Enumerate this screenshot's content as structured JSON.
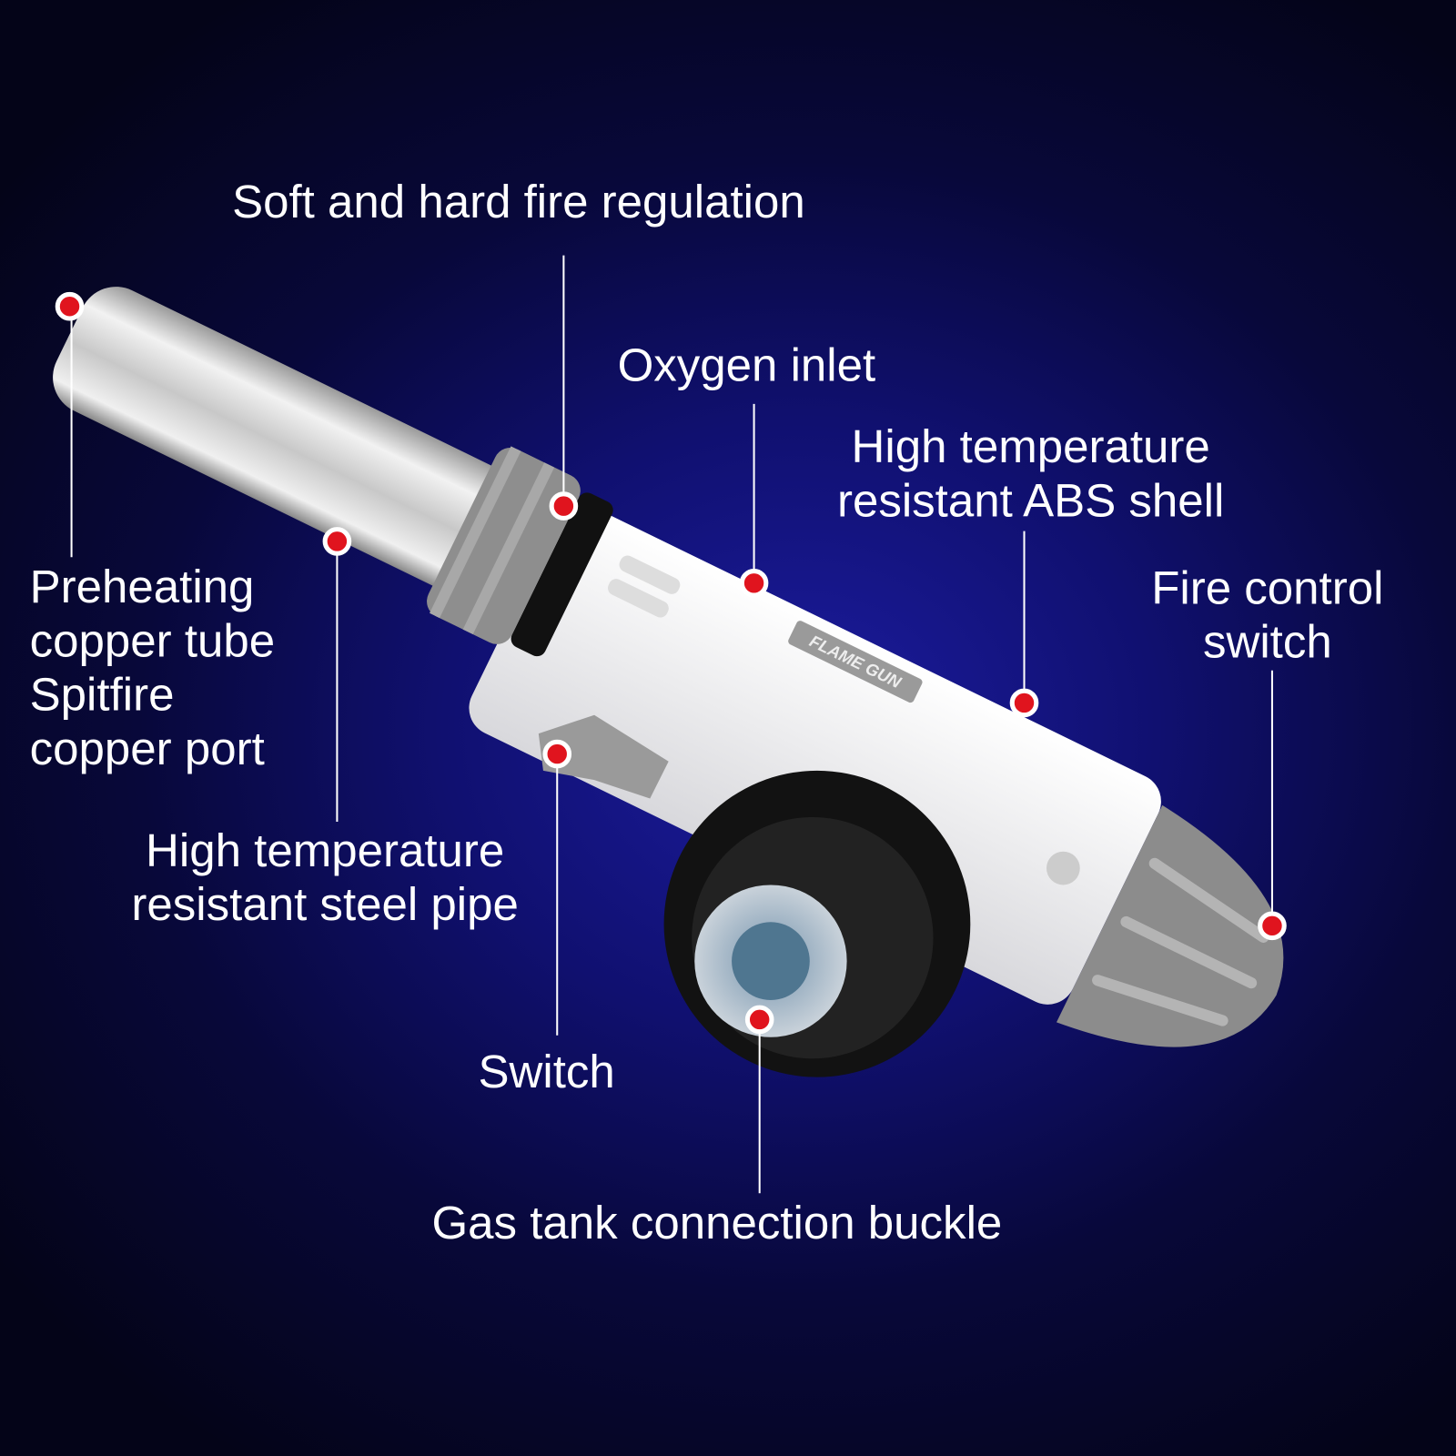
{
  "product_mark": "FLAME GUN",
  "labels": {
    "fire_regulation": "Soft and hard fire regulation",
    "oxygen_inlet": "Oxygen inlet",
    "abs_shell_1": "High temperature",
    "abs_shell_2": "resistant ABS shell",
    "fire_control_1": "Fire control",
    "fire_control_2": "switch",
    "preheating_1": "Preheating",
    "preheating_2": "copper tube",
    "preheating_3": "Spitfire",
    "preheating_4": "copper port",
    "steel_pipe_1": "High temperature",
    "steel_pipe_2": "resistant steel pipe",
    "switch": "Switch",
    "gas_buckle": "Gas tank connection buckle"
  },
  "colors": {
    "dot": "#e0141e",
    "line": "#ffffff",
    "accent_gray": "#8c8c8c"
  }
}
